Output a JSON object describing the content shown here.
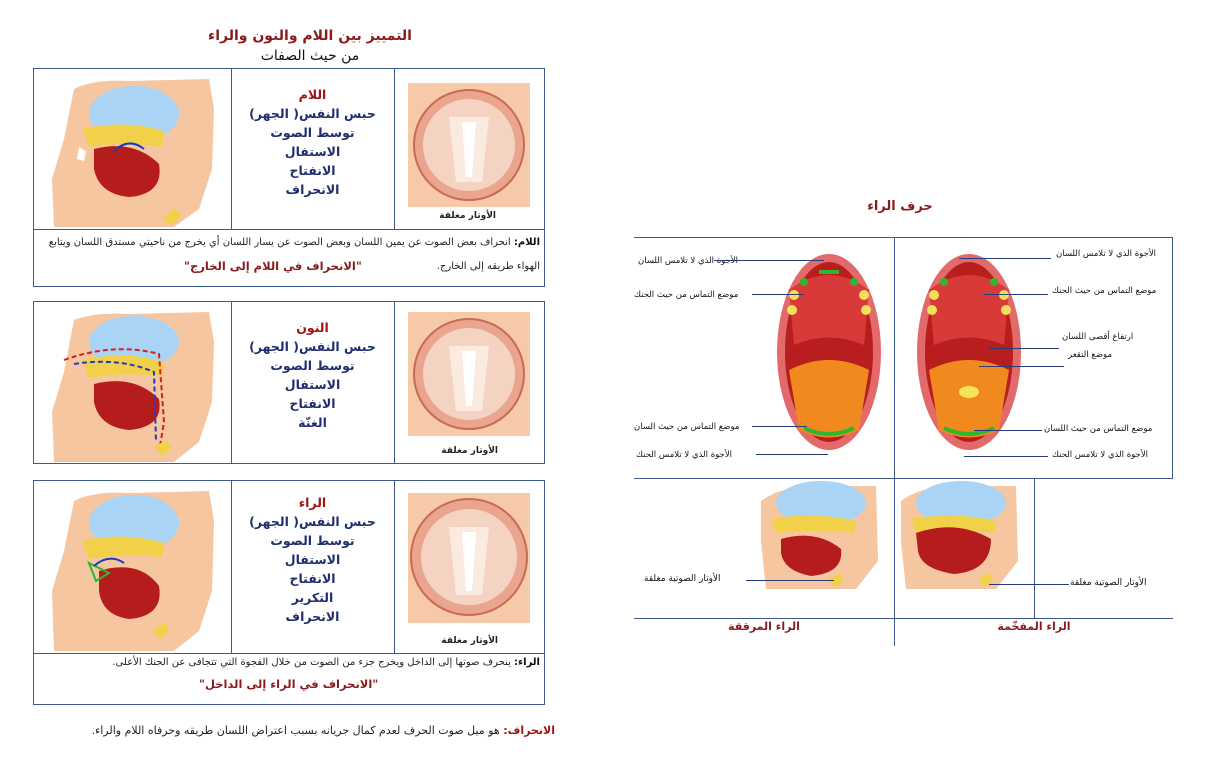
{
  "title": "التمييز بين اللام والنون والراء",
  "subtitle": "من حيث الصفات",
  "panels": [
    {
      "heading": "اللام",
      "props": [
        "حبس النفس( الجهر)",
        "توسط الصوت",
        "الاستفال",
        "الانفتاح",
        "الانحراف"
      ],
      "caption": "الأوتار مغلقة",
      "note_label": "اللام:",
      "note_text": "انحراف بعض الصوت عن يمين اللسان وبعض الصوت عن يسار اللسان أي يخرج من ناحيتي مستدق اللسان ويتابع الهواء طريقه إلى الخارج.",
      "quote": "\"الانحراف في اللام إلى الخارج\""
    },
    {
      "heading": "النون",
      "props": [
        "حبس النفس( الجهر)",
        "توسط الصوت",
        "الاستفال",
        "الانفتاح",
        "الغنّة"
      ],
      "caption": "الأوتار مغلقة"
    },
    {
      "heading": "الراء",
      "props": [
        "حبس النفس( الجهر)",
        "توسط الصوت",
        "الاستفال",
        "الانفتاح",
        "التكرير",
        "الانحراف"
      ],
      "caption": "الأوتار مغلقة",
      "note_label": "الراء:",
      "note_text": "ينحرف صوتها إلى الداخل ويخرج جزء من الصوت من خلال الفجوة التي تتجافى عن الحنك الأعلى.",
      "quote": "\"الانحراف في الراء إلى الداخل\""
    }
  ],
  "definition_label": "الانحراف:",
  "definition_text": "هو ميل صوت الحرف لعدم كمال جريانه بسبب اعتراض اللسان طريقه وحرفاه اللام والراء.",
  "right_heading": "حرف الراء",
  "right_labels": {
    "left_top": "الأجوة الذي لا تلامس اللسان",
    "left_contact_palate": "موضع التماس من حيث الحنك",
    "left_contact_tongue": "موضع التماس من حيث السان",
    "left_bottom": "الأجوة الذي لا تلامس الحنك",
    "right_top": "الأجوة الذي لا تلامس اللسان",
    "right_contact_palate": "موضع التماس من حيث الحنك",
    "right_raise": "ارتفاع أقصى اللسان",
    "right_concave": "موضع التقعر",
    "right_contact_tongue": "موضع التماس من حيث  اللسان",
    "right_bottom": "الأجوة الذي لا تلامس الحنك",
    "left_cords": "الأوتار الصوتية مغلقة",
    "right_cords": "الأوتار الصوتية مغلقة"
  },
  "bottom_labels": {
    "left": "الراء المرققة",
    "right": "الراء المفخّمة"
  },
  "colors": {
    "heading_red": "#a01414",
    "prop_blue": "#1e2e6e",
    "border_blue": "#3c5a8c"
  }
}
